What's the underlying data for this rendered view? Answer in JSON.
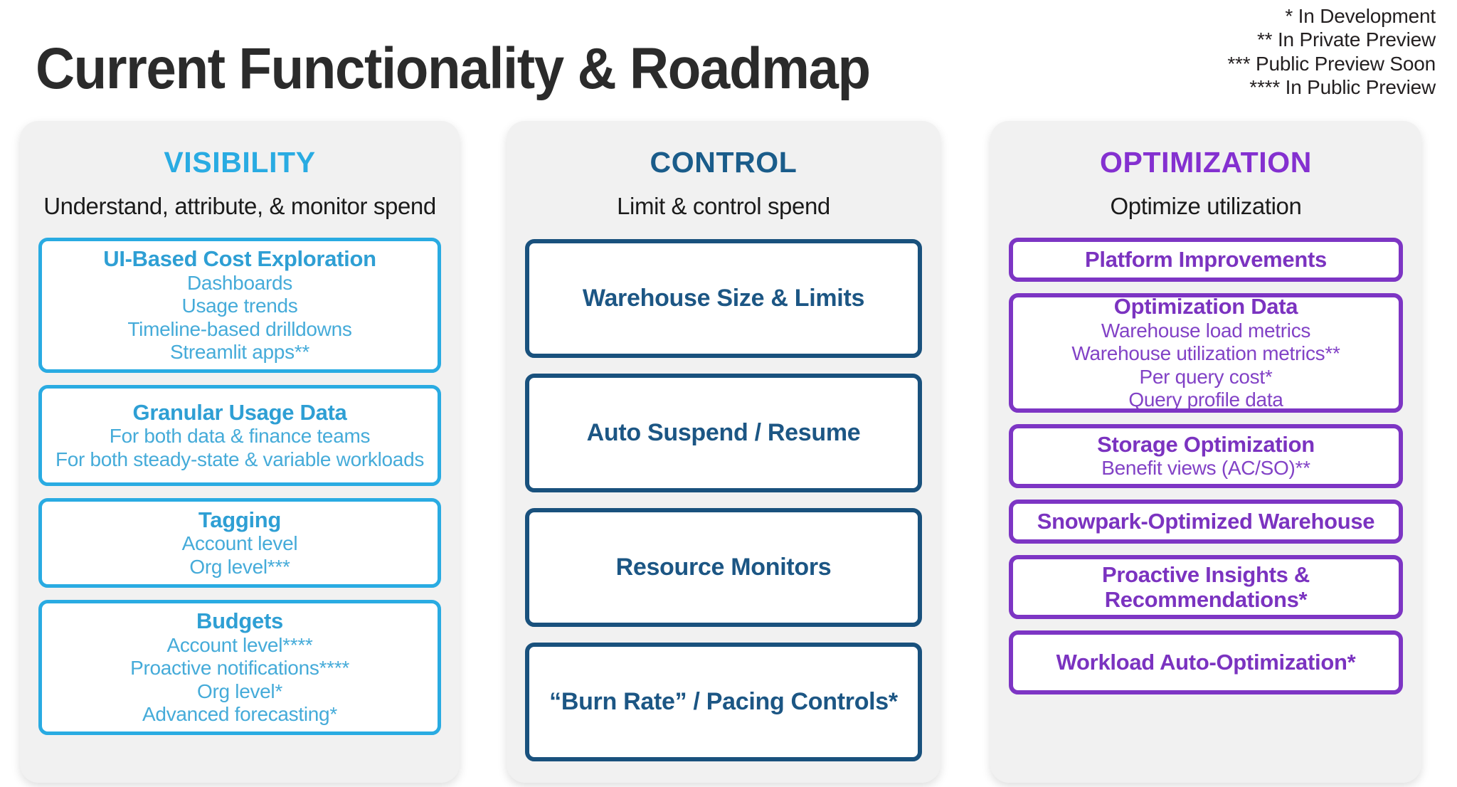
{
  "title": "Current Functionality & Roadmap",
  "legend": [
    "*  In Development",
    "** In Private Preview",
    "*** Public Preview Soon",
    "**** In Public Preview"
  ],
  "colors": {
    "visibility": "#29ABE2",
    "control": "#1a5c8a",
    "optimization": "#8430d0",
    "panel_background": "#f1f1f1",
    "card_background": "#ffffff",
    "title_text": "#2b2b2b"
  },
  "columns": [
    {
      "heading": "VISIBILITY",
      "subheading": "Understand, attribute, & monitor spend",
      "cards": [
        {
          "title": "UI-Based Cost Exploration",
          "items": [
            "Dashboards",
            "Usage trends",
            "Timeline-based drilldowns",
            "Streamlit apps**"
          ]
        },
        {
          "title": "Granular Usage Data",
          "items": [
            "For both data & finance teams",
            "For both steady-state & variable workloads"
          ]
        },
        {
          "title": "Tagging",
          "items": [
            "Account level",
            "Org level***"
          ]
        },
        {
          "title": "Budgets",
          "items": [
            "Account level****",
            "Proactive notifications****",
            "Org level*",
            "Advanced forecasting*"
          ]
        }
      ]
    },
    {
      "heading": "CONTROL",
      "subheading": "Limit & control spend",
      "cards": [
        {
          "title": "Warehouse Size & Limits",
          "items": []
        },
        {
          "title": "Auto Suspend / Resume",
          "items": []
        },
        {
          "title": "Resource Monitors",
          "items": []
        },
        {
          "title": "“Burn Rate” / Pacing Controls*",
          "items": []
        }
      ]
    },
    {
      "heading": "OPTIMIZATION",
      "subheading": "Optimize utilization",
      "cards": [
        {
          "title": "Platform Improvements",
          "items": []
        },
        {
          "title": "Optimization Data",
          "items": [
            "Warehouse load metrics",
            "Warehouse utilization metrics**",
            "Per query cost*",
            "Query profile data"
          ]
        },
        {
          "title": "Storage Optimization",
          "items": [
            "Benefit views (AC/SO)**"
          ]
        },
        {
          "title": "Snowpark-Optimized Warehouse",
          "items": []
        },
        {
          "title": "Proactive Insights &\nRecommendations*",
          "items": []
        },
        {
          "title": "Workload Auto-Optimization*",
          "items": []
        }
      ]
    }
  ]
}
